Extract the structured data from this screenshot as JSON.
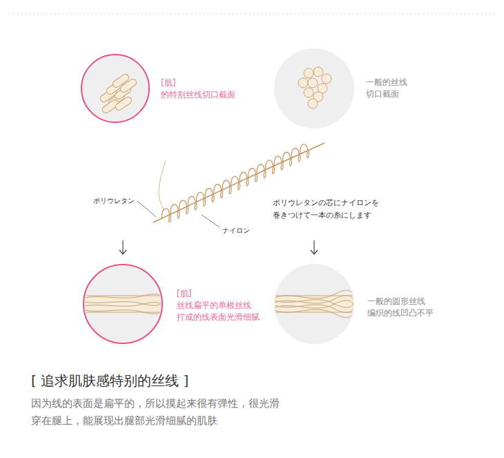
{
  "diagram": {
    "title": "[ 追求肌肤感特别的丝线 ]",
    "caption": "因为线的表面是扁平的，所以摸起来很有弹性，很光滑 穿在腿上，能展现出腿部光滑细腻的肌肤",
    "nodes": [
      {
        "text": [
          "[肌] 的特别丝线切口截面"
        ]
      },
      {
        "text": [
          "一般的丝线 切口截面"
        ]
      },
      {
        "text": [
          "[肌] 丝线扁平的单根丝线 拧成的线表面光滑细腻"
        ]
      },
      {
        "text": [
          "一般的圆形丝线 编织的线凹凸不平"
        ]
      }
    ],
    "labels": [
      "ポリウレタン",
      "ナイロン",
      "ポリウレタンの芯にナイロンを 巻きつけて一本の糸にします"
    ]
  }
}
